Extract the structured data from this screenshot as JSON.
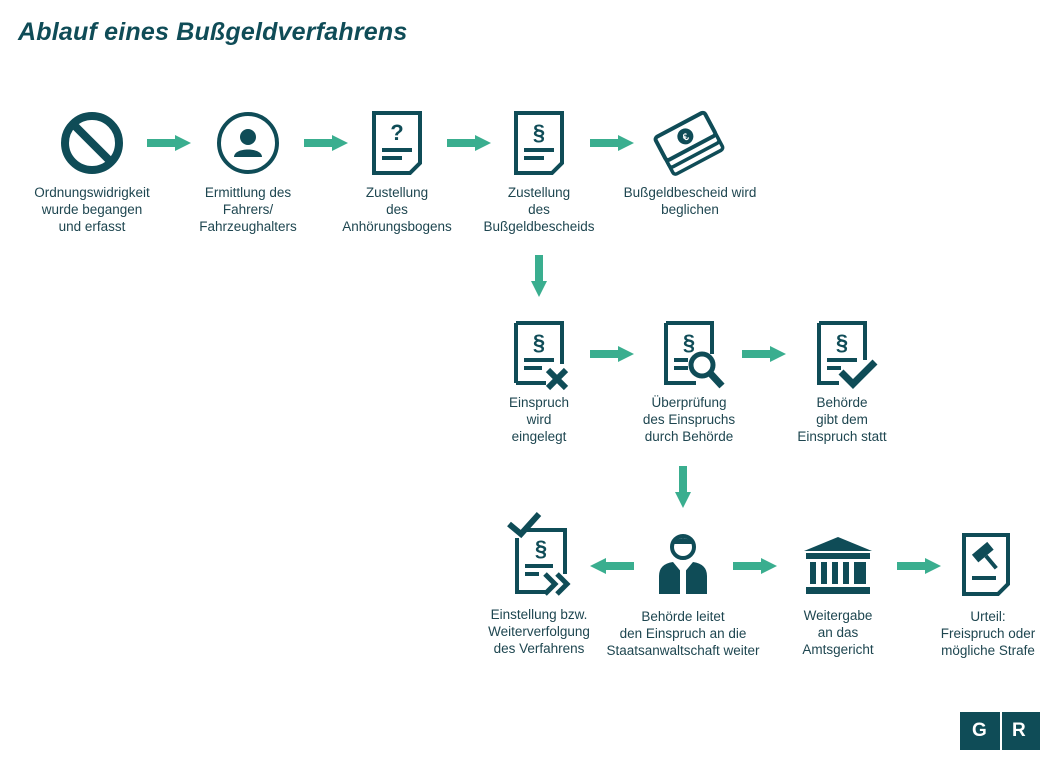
{
  "title": "Ablauf eines Bußgeldverfahrens",
  "steps": {
    "violation": [
      "Ordnungswidrigkeit",
      "wurde begangen",
      "und erfasst"
    ],
    "driver": [
      "Ermittlung des",
      "Fahrers/",
      "Fahrzeughalters"
    ],
    "hearing": [
      "Zustellung",
      "des",
      "Anhörungsbogens"
    ],
    "notice": [
      "Zustellung",
      "des",
      "Bußgeldbescheids"
    ],
    "paid": [
      "Bußgeldbescheid wird",
      "beglichen"
    ],
    "objection": [
      "Einspruch",
      "wird",
      "eingelegt"
    ],
    "review": [
      "Überprüfung",
      "des Einspruchs",
      "durch Behörde"
    ],
    "granted": [
      "Behörde",
      "gibt dem",
      "Einspruch statt"
    ],
    "dismissal": [
      "Einstellung bzw.",
      "Weiterverfolgung",
      "des Verfahrens"
    ],
    "prosecutor": [
      "Behörde leitet",
      "den Einspruch an die",
      "Staatsanwaltschaft weiter"
    ],
    "court": [
      "Weitergabe",
      "an das",
      "Amtsgericht"
    ],
    "verdict": [
      "Urteil:",
      "Freispruch oder",
      "mögliche Strafe"
    ]
  },
  "logo": {
    "left": "G",
    "right": "R"
  },
  "colors": {
    "icon": "#0f4c57",
    "arrow": "#3aae8f"
  }
}
